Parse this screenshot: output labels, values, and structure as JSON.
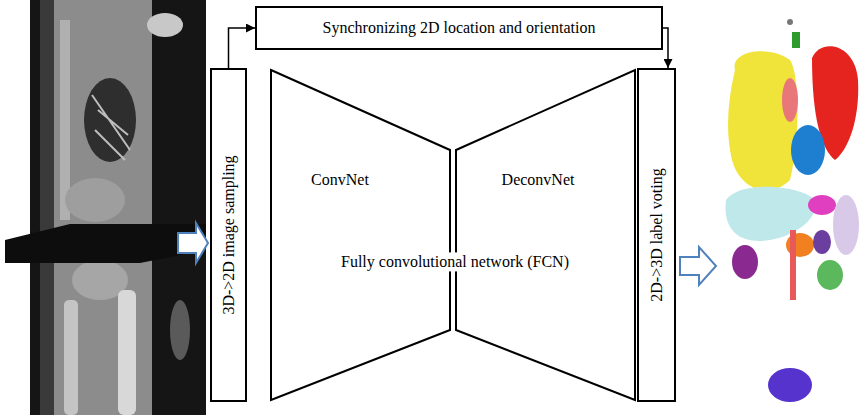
{
  "diagram": {
    "nodes": [
      {
        "text": [
          "3D->2D image sampling"
        ]
      },
      {
        "text": [
          "Synchronizing 2D location and orientation"
        ]
      },
      {
        "text": [
          "ConvNet",
          "DeconvNet",
          "Fully convolutional network (FCN)"
        ]
      },
      {
        "text": [
          "2D->3D label voting"
        ]
      }
    ],
    "edges": [
      {
        "from": 0,
        "to": 1,
        "arrow": "to"
      },
      {
        "from": 1,
        "to": 3,
        "arrow": "to"
      }
    ]
  }
}
